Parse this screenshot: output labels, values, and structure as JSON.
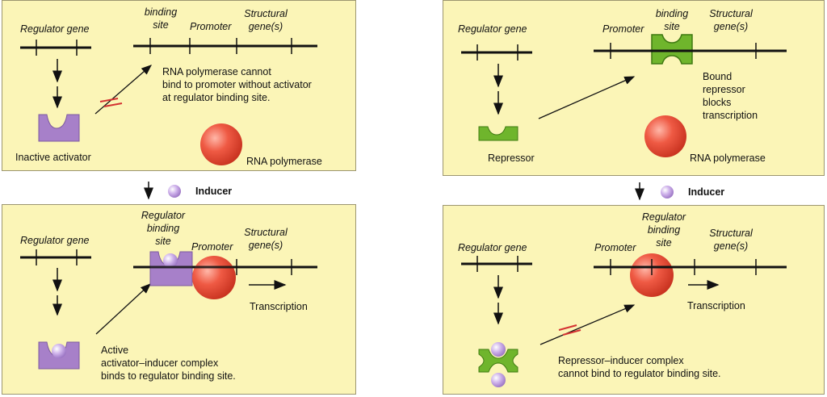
{
  "colors": {
    "panel": "#fbf5b7",
    "activator": "#a780c9",
    "repressor": "#6fb52c",
    "polymerase": "#e8422f",
    "inducer": "#c9a8e6",
    "block": "#d43131"
  },
  "icons": [
    "down-arrow-icon",
    "inducer-dot-icon"
  ],
  "activator": {
    "top": {
      "regulator_gene": "Regulator gene",
      "binding_site": "binding\nsite",
      "promoter": "Promoter",
      "structural": "Structural\ngene(s)",
      "note": "RNA polymerase cannot\nbind to promoter without activator\nat regulator binding site.",
      "inactive": "Inactive activator",
      "polymerase": "RNA polymerase"
    },
    "inducer": "Inducer",
    "bottom": {
      "regulator_gene": "Regulator gene",
      "binding_site": "Regulator\nbinding\nsite",
      "promoter": "Promoter",
      "structural": "Structural\ngene(s)",
      "transcription": "Transcription",
      "note": "Active\nactivator–inducer complex\nbinds to regulator binding site."
    }
  },
  "repressor": {
    "top": {
      "regulator_gene": "Regulator gene",
      "promoter": "Promoter",
      "binding_site": "binding\nsite",
      "structural": "Structural\ngene(s)",
      "note": "Bound\nrepressor\nblocks\ntranscription",
      "repressor": "Repressor",
      "polymerase": "RNA polymerase"
    },
    "inducer": "Inducer",
    "bottom": {
      "regulator_gene": "Regulator gene",
      "binding_site": "Regulator\nbinding\nsite",
      "promoter": "Promoter",
      "structural": "Structural\ngene(s)",
      "transcription": "Transcription",
      "note": "Repressor–inducer complex\ncannot bind to regulator binding site."
    }
  }
}
